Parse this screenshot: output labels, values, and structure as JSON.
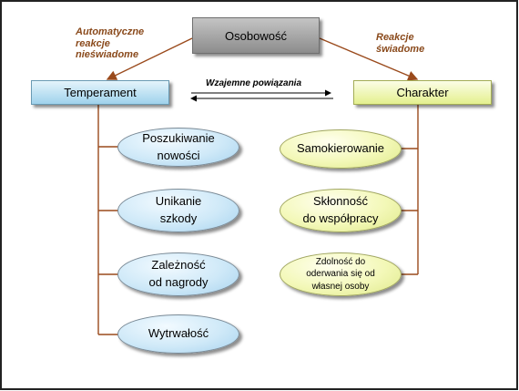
{
  "diagram": {
    "root": "Osobowość",
    "left_label": [
      "Automatyczne",
      "reakcje",
      "nieświadome"
    ],
    "right_label": [
      "Reakcje",
      "świadome"
    ],
    "middle_label": "Wzajemne powiązania",
    "temperament": {
      "title": "Temperament",
      "items": [
        [
          "Poszukiwanie",
          "nowości"
        ],
        [
          "Unikanie",
          "szkody"
        ],
        [
          "Zależność",
          "od nagrody"
        ],
        [
          "Wytrwałość"
        ]
      ]
    },
    "character": {
      "title": "Charakter",
      "items": [
        [
          "Samokierowanie"
        ],
        [
          "Skłonność",
          "do współpracy"
        ],
        [
          "Zdolność do",
          "oderwania się od",
          "własnej osoby"
        ]
      ]
    }
  },
  "colors": {
    "frame_border": "#222222",
    "connector_brown": "#9a4a1c",
    "temperament_fill": "#b8ddf0",
    "character_fill": "#eef4a8",
    "label_text": "#8a4a1c"
  }
}
